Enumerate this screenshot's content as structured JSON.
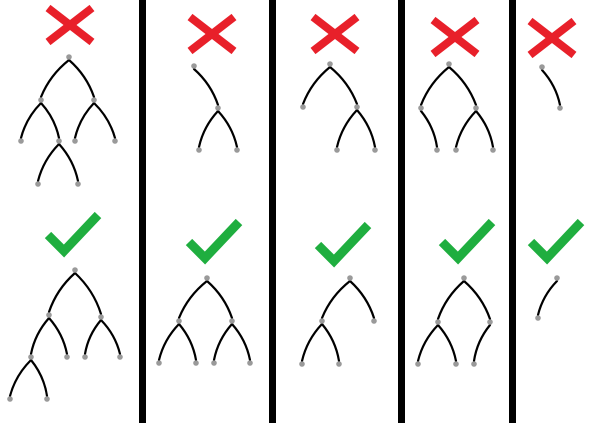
{
  "colors": {
    "invalid_mark": "#e8202a",
    "valid_mark": "#1fae3f",
    "node": "#9a9a9a",
    "edge": "#000000",
    "divider": "#000000",
    "background": "#ffffff"
  },
  "icons": {
    "invalid": "cross-icon",
    "valid": "check-icon"
  },
  "columns": [
    {
      "index": 1,
      "invalid_tree": "complex",
      "valid_tree": "deep-left"
    },
    {
      "index": 2,
      "invalid_tree": "single-child-chain",
      "valid_tree": "perfect"
    },
    {
      "index": 3,
      "invalid_tree": "right-heavy",
      "valid_tree": "left-lean"
    },
    {
      "index": 4,
      "invalid_tree": "four-leaves-unbalanced",
      "valid_tree": "balanced-left"
    },
    {
      "index": 5,
      "invalid_tree": "single-right-child",
      "valid_tree": "single-left-child"
    }
  ]
}
